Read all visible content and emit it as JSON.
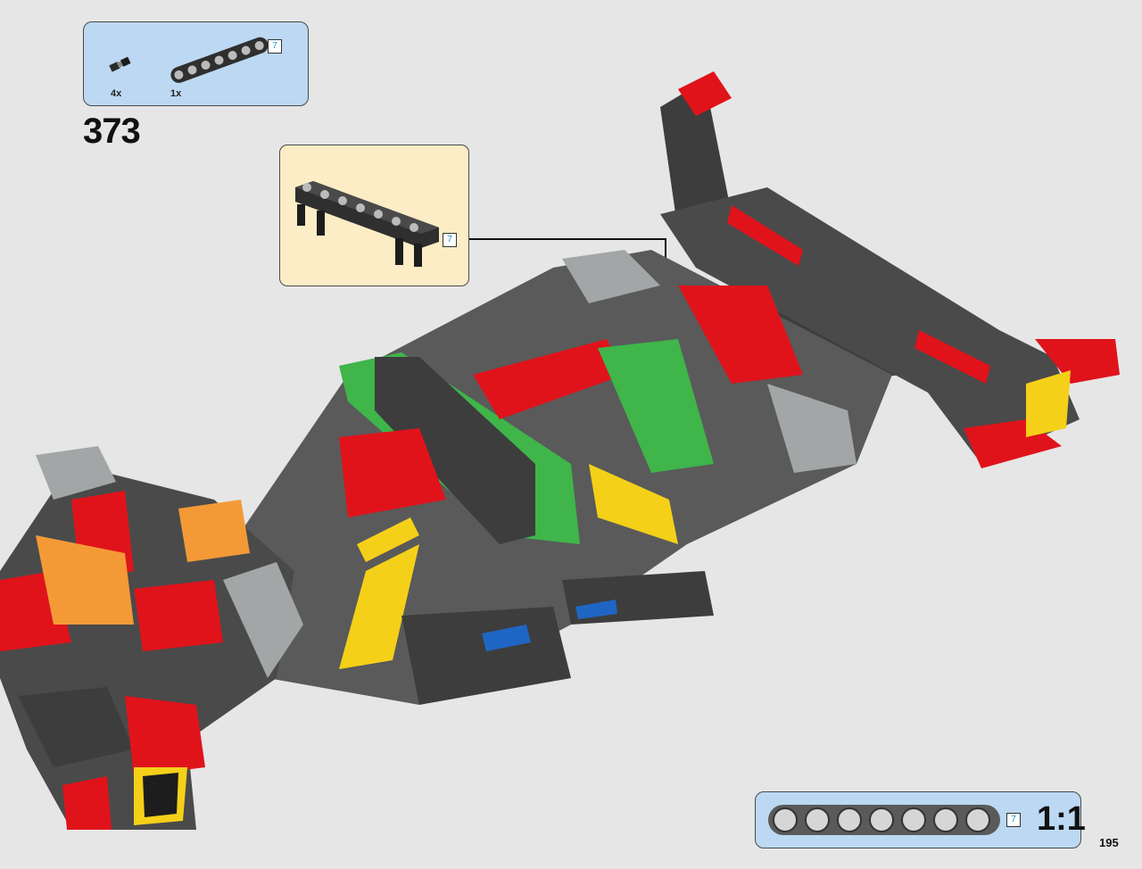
{
  "parts_list": {
    "items": [
      {
        "name": "axle-pin",
        "quantity": "4x"
      },
      {
        "name": "liftarm-beam",
        "quantity": "1x",
        "length": "7"
      }
    ]
  },
  "step": {
    "number": "373"
  },
  "callout": {
    "beam_length": "7"
  },
  "ruler": {
    "length": "7",
    "scale": "1:1"
  },
  "page": {
    "number": "195"
  },
  "colors": {
    "parts_box": "#bcd8f2",
    "callout_box": "#fcedc6",
    "background": "#e6e6e6",
    "brick_red": "#e0131b",
    "brick_green": "#3fb54a",
    "brick_yellow": "#f5d019",
    "brick_orange": "#f39a37",
    "brick_dark_gray": "#3d3d3d",
    "brick_light_gray": "#a3a6a6",
    "brick_blue": "#1f66c4"
  }
}
